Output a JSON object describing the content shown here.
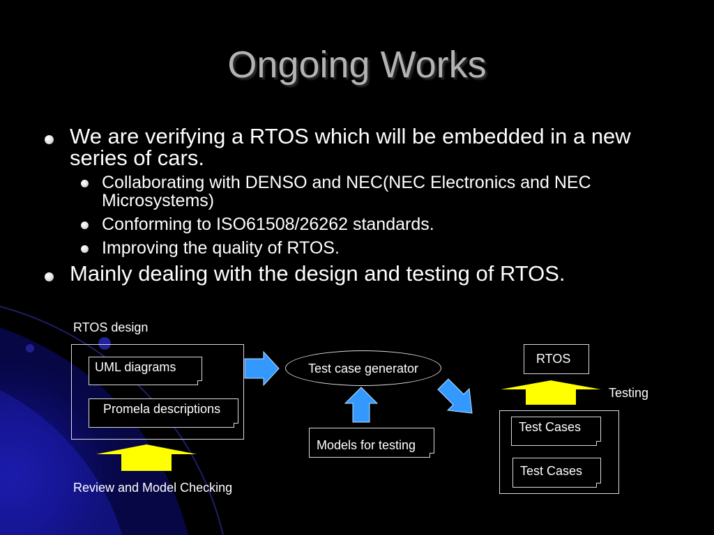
{
  "slide": {
    "title": "Ongoing Works",
    "bullets": [
      {
        "text": "We are verifying a RTOS which will be embedded in a new series of cars.",
        "sub": [
          "Collaborating with DENSO and NEC(NEC Electronics and NEC Microsystems)",
          "Conforming to ISO61508/26262 standards.",
          "Improving the quality of RTOS."
        ]
      },
      {
        "text": "Mainly dealing with the design and testing of RTOS."
      }
    ]
  },
  "diagram": {
    "rtos_design_label": "RTOS design",
    "uml": "UML diagrams",
    "promela": "Promela descriptions",
    "review_label": "Review and Model Checking",
    "generator": "Test case generator",
    "models": "Models for testing",
    "rtos": "RTOS",
    "testing_label": "Testing",
    "test_cases_1": "Test Cases",
    "test_cases_2": "Test Cases"
  },
  "colors": {
    "background": "#000000",
    "title": "#b3b3b3",
    "blue_arrow": "#3399ff",
    "yellow_arrow": "#ffff00",
    "background_swirl": "#1a1aa8"
  },
  "icons": [
    "bullet-dot-icon",
    "right-arrow-icon",
    "up-arrow-icon",
    "diagonal-arrow-icon"
  ]
}
